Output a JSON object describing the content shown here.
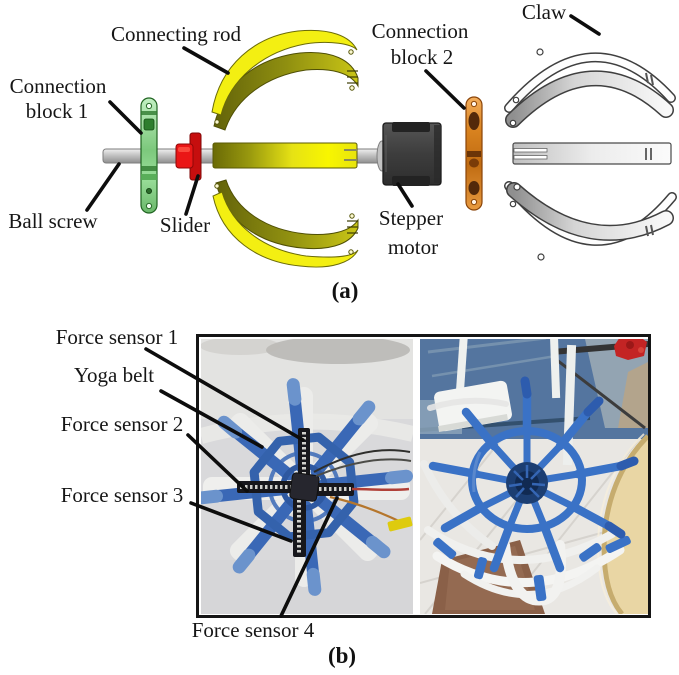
{
  "panel_a": {
    "tag": "(a)",
    "labels": {
      "connecting_rod": "Connecting rod",
      "connection_block_2": [
        "Connection",
        "block 2"
      ],
      "claw": "Claw",
      "connection_block_1": [
        "Connection",
        "block 1"
      ],
      "ball_screw": "Ball screw",
      "slider": "Slider",
      "stepper_motor": [
        "Stepper",
        "motor"
      ]
    }
  },
  "panel_b": {
    "tag": "(b)",
    "labels": {
      "force_sensor_1": "Force sensor 1",
      "yoga_belt": "Yoga belt",
      "force_sensor_2": "Force sensor 2",
      "force_sensor_3": "Force sensor 3",
      "force_sensor_4": "Force sensor 4"
    }
  },
  "colors": {
    "connecting_rod_yellow": "#f3ef12",
    "rod_shaded_olive": "#8f8f10",
    "connection_block_1_green": "#8fd98f",
    "connection_block_2_orange": "#d8821f",
    "slider_red": "#e01212",
    "ball_screw_silver": "#c9c9c9",
    "stepper_motor_gray": "#3d3d3d",
    "claw_outline_gray": "#d5d5d5",
    "gripper_blue": "#3a6ab8",
    "force_sensor_dark": "#17171c",
    "leader_line": "#0d0d0d"
  }
}
